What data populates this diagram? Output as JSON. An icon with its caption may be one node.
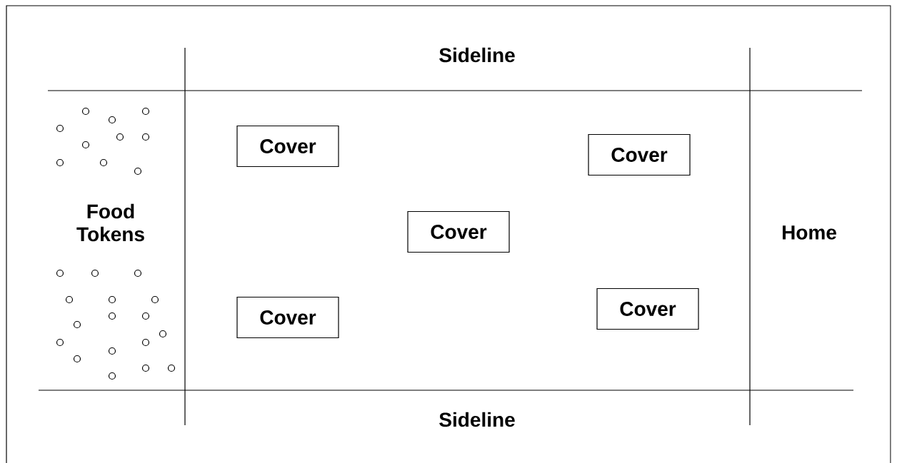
{
  "diagram": {
    "nodes": [
      {
        "text": [
          "Cover"
        ]
      },
      {
        "text": [
          "Cover"
        ]
      },
      {
        "text": [
          "Cover"
        ]
      },
      {
        "text": [
          "Cover"
        ]
      },
      {
        "text": [
          "Cover"
        ]
      }
    ],
    "labels": [
      "Sideline",
      "Food Tokens",
      "Home",
      "Sideline"
    ]
  }
}
